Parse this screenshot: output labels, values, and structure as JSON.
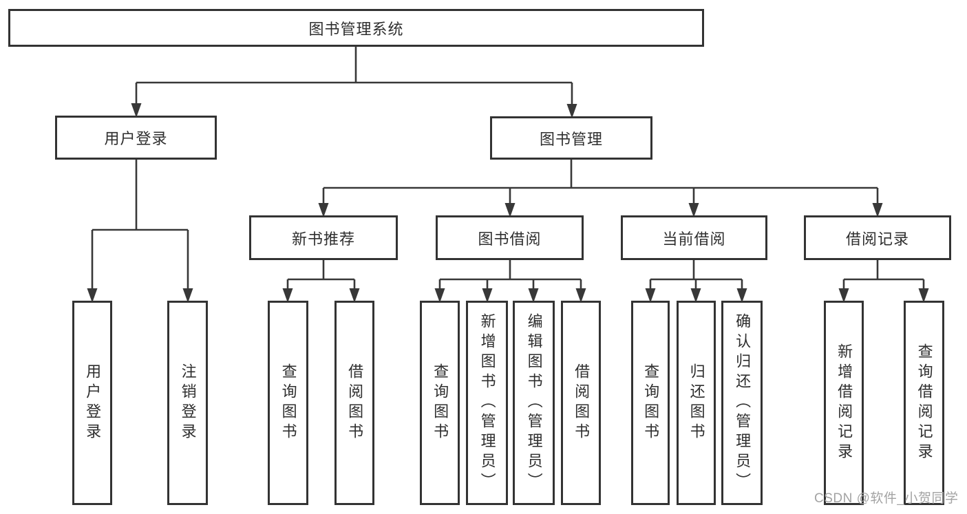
{
  "tree": {
    "root": "图书管理系统",
    "branches": [
      {
        "label": "用户登录",
        "children": [
          {
            "label": "用户登录"
          },
          {
            "label": "注销登录"
          }
        ]
      },
      {
        "label": "图书管理",
        "children": [
          {
            "label": "新书推荐",
            "children": [
              {
                "label": "查询图书"
              },
              {
                "label": "借阅图书"
              }
            ]
          },
          {
            "label": "图书借阅",
            "children": [
              {
                "label": "查询图书"
              },
              {
                "label": "新增图书（管理员）"
              },
              {
                "label": "编辑图书（管理员）"
              },
              {
                "label": "借阅图书"
              }
            ]
          },
          {
            "label": "当前借阅",
            "children": [
              {
                "label": "查询图书"
              },
              {
                "label": "归还图书"
              },
              {
                "label": "确认归还（管理员）"
              }
            ]
          },
          {
            "label": "借阅记录",
            "children": [
              {
                "label": "新增借阅记录"
              },
              {
                "label": "查询借阅记录"
              }
            ]
          }
        ]
      }
    ]
  },
  "watermark": {
    "text": "CSDN @软件_小贺同学",
    "color": "#a3a3a3"
  },
  "colors": {
    "background": "#ffffff",
    "line": "#383838",
    "box_border": "#333333",
    "text": "#2e2e2e"
  }
}
